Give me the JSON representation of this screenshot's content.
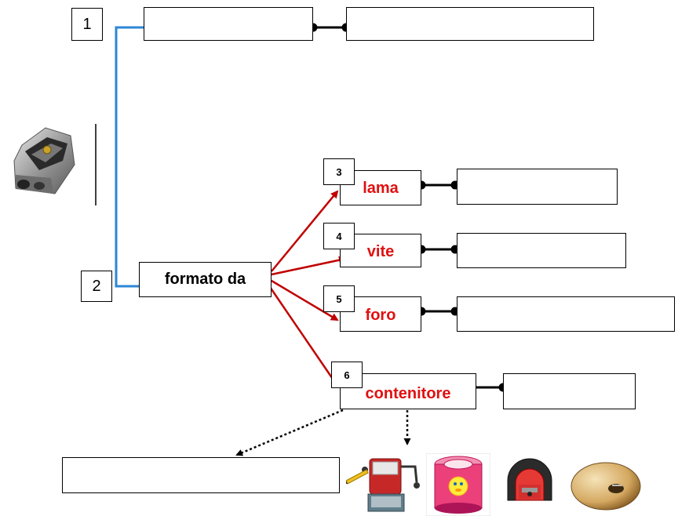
{
  "colors": {
    "connector_blue": "#2e86d6",
    "arrow_red": "#c00000",
    "text_red": "#e01010"
  },
  "numbers": {
    "n1": "1",
    "n2": "2",
    "n3": "3",
    "n4": "4",
    "n5": "5",
    "n6": "6"
  },
  "nodes": {
    "formato_da": "formato da",
    "lama": "lama",
    "vite": "vite",
    "foro": "foro",
    "contenitore": "contenitore"
  },
  "images": [
    "metal-sharpener-picture",
    "desk-crank-sharpener-picture",
    "pink-canister-sharpener-picture",
    "black-red-sharpener-picture",
    "wooden-egg-sharpener-picture"
  ]
}
